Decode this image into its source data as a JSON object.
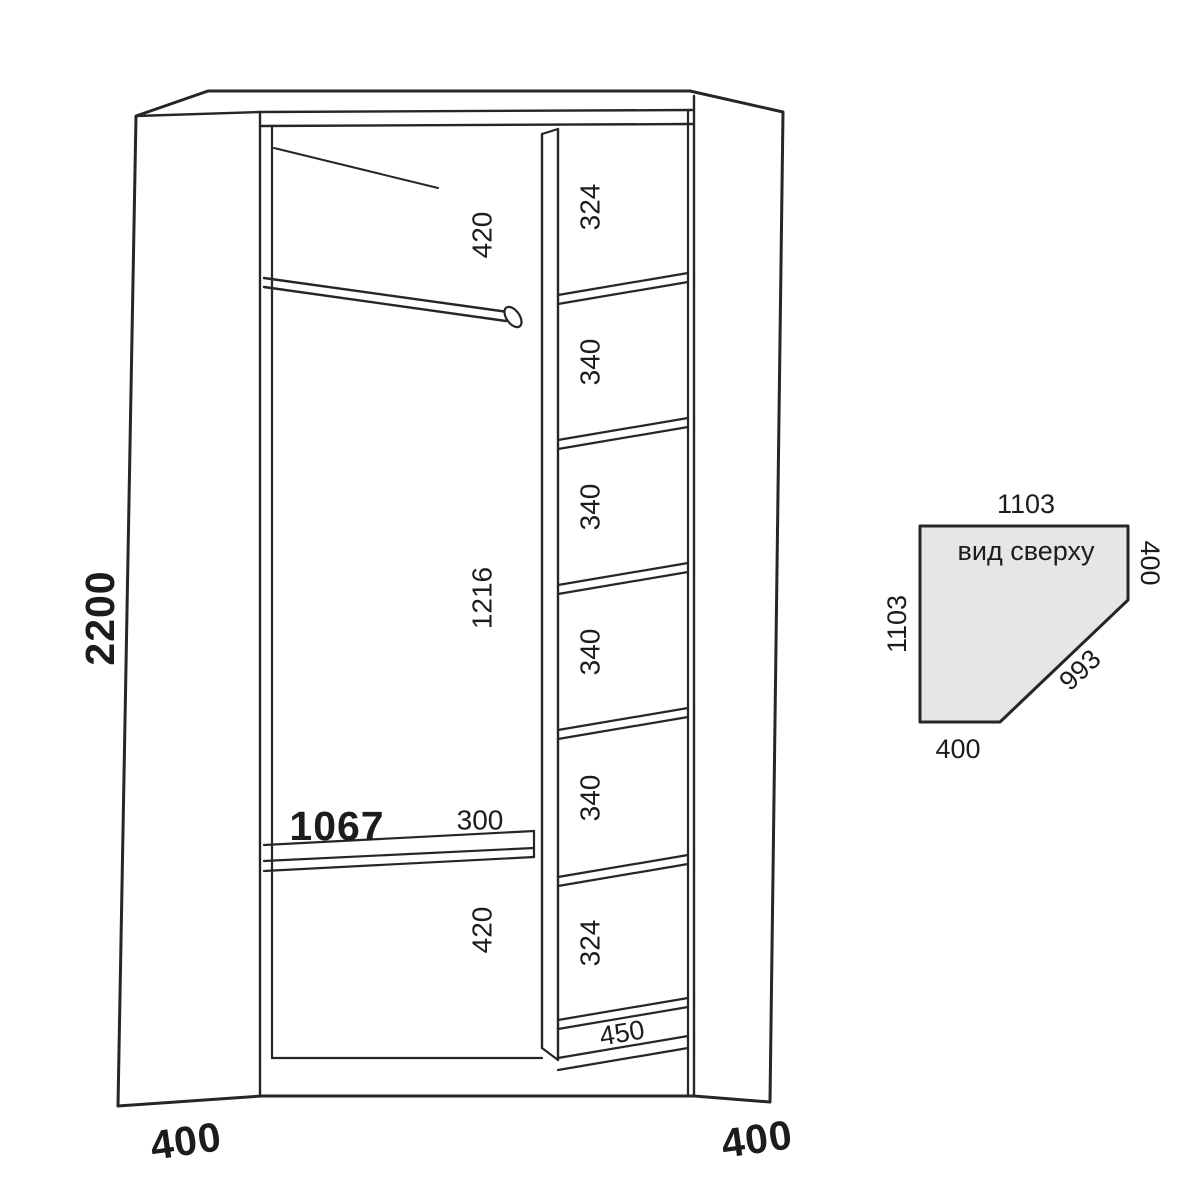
{
  "front_view": {
    "overall_height": "2200",
    "left_depth": "400",
    "right_depth": "400",
    "rod_to_top": "420",
    "rod_to_shelf": "1216",
    "shelf_length": "1067",
    "shelf_depth": "300",
    "shelf_to_floor": "420",
    "shelf_sections": [
      "324",
      "340",
      "340",
      "340",
      "340",
      "324"
    ],
    "bottom_shelf_depth": "450"
  },
  "top_view": {
    "title": "вид сверху",
    "top_width": "1103",
    "right_depth": "400",
    "left_depth": "1103",
    "front_diagonal": "993",
    "bottom_depth": "400"
  },
  "colors": {
    "line": "#262626",
    "top_view_fill": "#e6e6e6"
  }
}
